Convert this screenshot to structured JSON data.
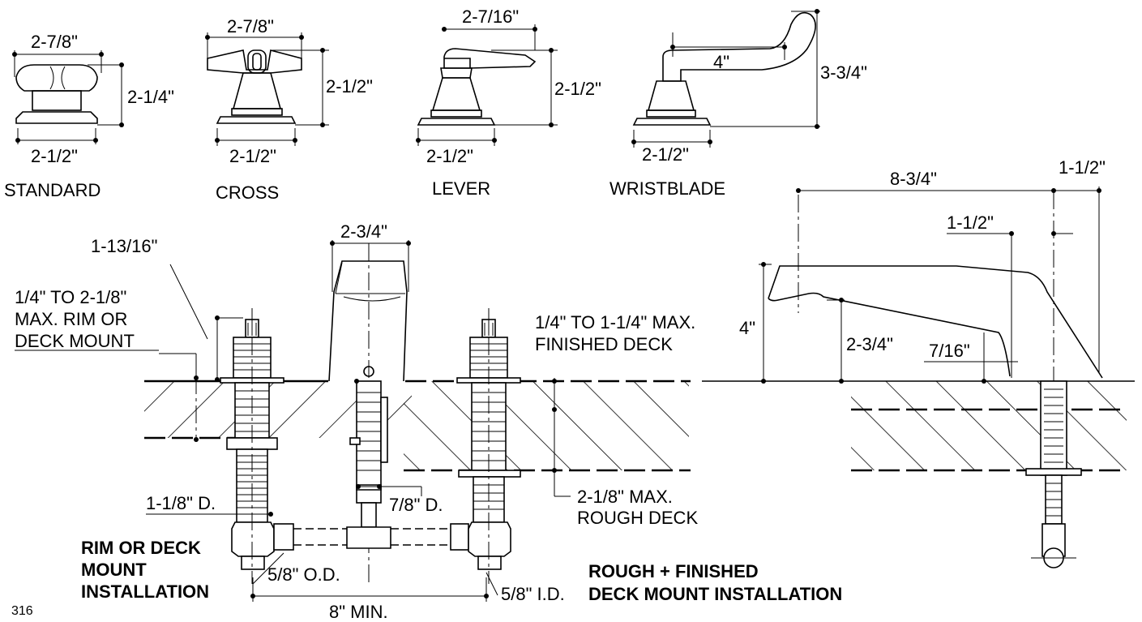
{
  "handles": {
    "standard": {
      "name": "STANDARD",
      "width_top": "2-7/8\"",
      "height": "2-1/4\"",
      "width_base": "2-1/2\""
    },
    "cross": {
      "name": "CROSS",
      "width_top": "2-7/8\"",
      "height": "2-1/2\"",
      "width_base": "2-1/2\""
    },
    "lever": {
      "name": "LEVER",
      "width_top": "2-7/16\"",
      "height": "2-1/2\"",
      "width_base": "2-1/2\""
    },
    "wristblade": {
      "name": "WRISTBLADE",
      "width_top": "4\"",
      "height": "3-3/4\"",
      "width_base": "2-1/2\""
    }
  },
  "rim_mount": {
    "dim_1_13_16": "1-13/16\"",
    "range_line1": "1/4\" TO 2-1/8\"",
    "range_line2": "MAX. RIM OR",
    "range_line3": "DECK MOUNT",
    "dim_1_1_8_d": "1-1/8\" D.",
    "title_line1": "RIM OR DECK",
    "title_line2": "MOUNT",
    "title_line3": "INSTALLATION",
    "dim_5_8_od": "5/8\" O.D."
  },
  "center": {
    "dim_2_3_4": "2-3/4\"",
    "dim_7_8_d": "7/8\" D.",
    "dim_8_min": "8\" MIN.",
    "dim_5_8_id": "5/8\" I.D."
  },
  "deck": {
    "finished_line1": "1/4\" TO 1-1/4\" MAX.",
    "finished_line2": "FINISHED DECK",
    "rough_line1": "2-1/8\" MAX.",
    "rough_line2": "ROUGH DECK",
    "title_line1": "ROUGH + FINISHED",
    "title_line2": "DECK MOUNT INSTALLATION"
  },
  "spout": {
    "dim_8_3_4": "8-3/4\"",
    "dim_1_1_2_top": "1-1/2\"",
    "dim_1_1_2_mid": "1-1/2\"",
    "dim_4": "4\"",
    "dim_2_3_4": "2-3/4\"",
    "dim_7_16": "7/16\""
  },
  "page_number": "316"
}
